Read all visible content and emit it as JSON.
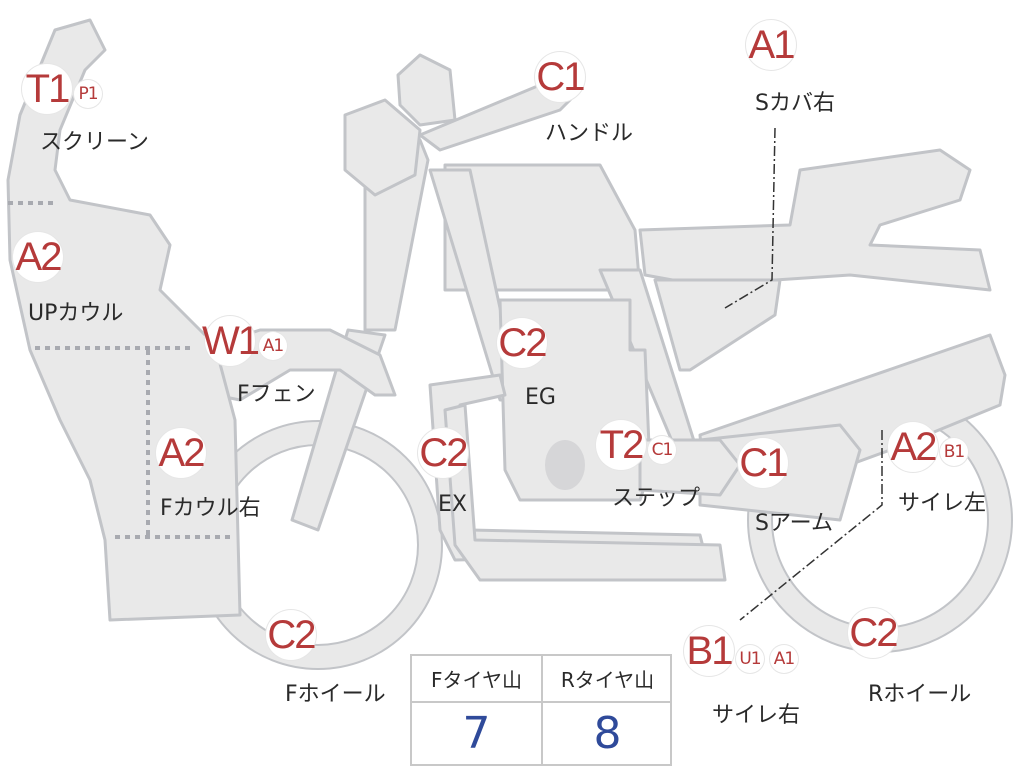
{
  "parts": {
    "screen": {
      "label": "スクリーン",
      "codes": [
        "T1",
        "P1"
      ]
    },
    "up_cowl": {
      "label": "UPカウル",
      "codes": [
        "A2"
      ]
    },
    "f_fender": {
      "label": "Fフェン",
      "codes": [
        "W1",
        "A1"
      ]
    },
    "f_cowl_r": {
      "label": "Fカウル右",
      "codes": [
        "A2"
      ]
    },
    "handle": {
      "label": "ハンドル",
      "codes": [
        "C1"
      ]
    },
    "s_cover_r": {
      "label": "Sカバ右",
      "codes": [
        "A1"
      ]
    },
    "eg": {
      "label": "EG",
      "codes": [
        "C2"
      ]
    },
    "ex": {
      "label": "EX",
      "codes": [
        "C2"
      ]
    },
    "step": {
      "label": "ステップ",
      "codes": [
        "T2",
        "C1"
      ]
    },
    "s_arm": {
      "label": "Sアーム",
      "codes": [
        "C1"
      ]
    },
    "silencer_l": {
      "label": "サイレ左",
      "codes": [
        "A2",
        "B1"
      ]
    },
    "f_wheel": {
      "label": "Fホイール",
      "codes": [
        "C2"
      ]
    },
    "silencer_r": {
      "label": "サイレ右",
      "codes": [
        "B1",
        "U1",
        "A1"
      ]
    },
    "r_wheel": {
      "label": "Rホイール",
      "codes": [
        "C2"
      ]
    }
  },
  "tire_table": {
    "front_header": "Fタイヤ山",
    "rear_header": "Rタイヤ山",
    "front_value": "7",
    "rear_value": "8"
  },
  "colors": {
    "part_fill": "#e9e9e9",
    "part_stroke": "#c2c4c8",
    "code_text": "#b53a3a",
    "value_text": "#2f4a9a"
  }
}
